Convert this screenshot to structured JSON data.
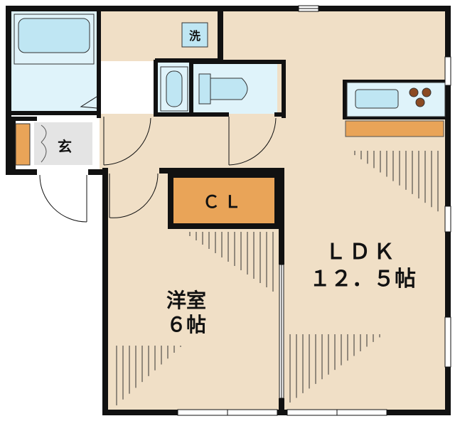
{
  "rooms": {
    "ldk": {
      "name": "ＬＤＫ",
      "size": "１２．５帖"
    },
    "western": {
      "name": "洋室",
      "size": "６帖"
    },
    "closet": {
      "name": "ＣＬ"
    },
    "entrance": {
      "name": "玄"
    },
    "laundry": {
      "name": "洗"
    }
  },
  "colors": {
    "floor": "#f0dfc6",
    "wall": "#111111",
    "wet_area": "#dff3fa",
    "fixture": "#bfe6f3",
    "closet": "#e9a458",
    "counter": "#e9a458",
    "entrance_floor": "#e4e4e4",
    "burner": "#8b4a22"
  }
}
